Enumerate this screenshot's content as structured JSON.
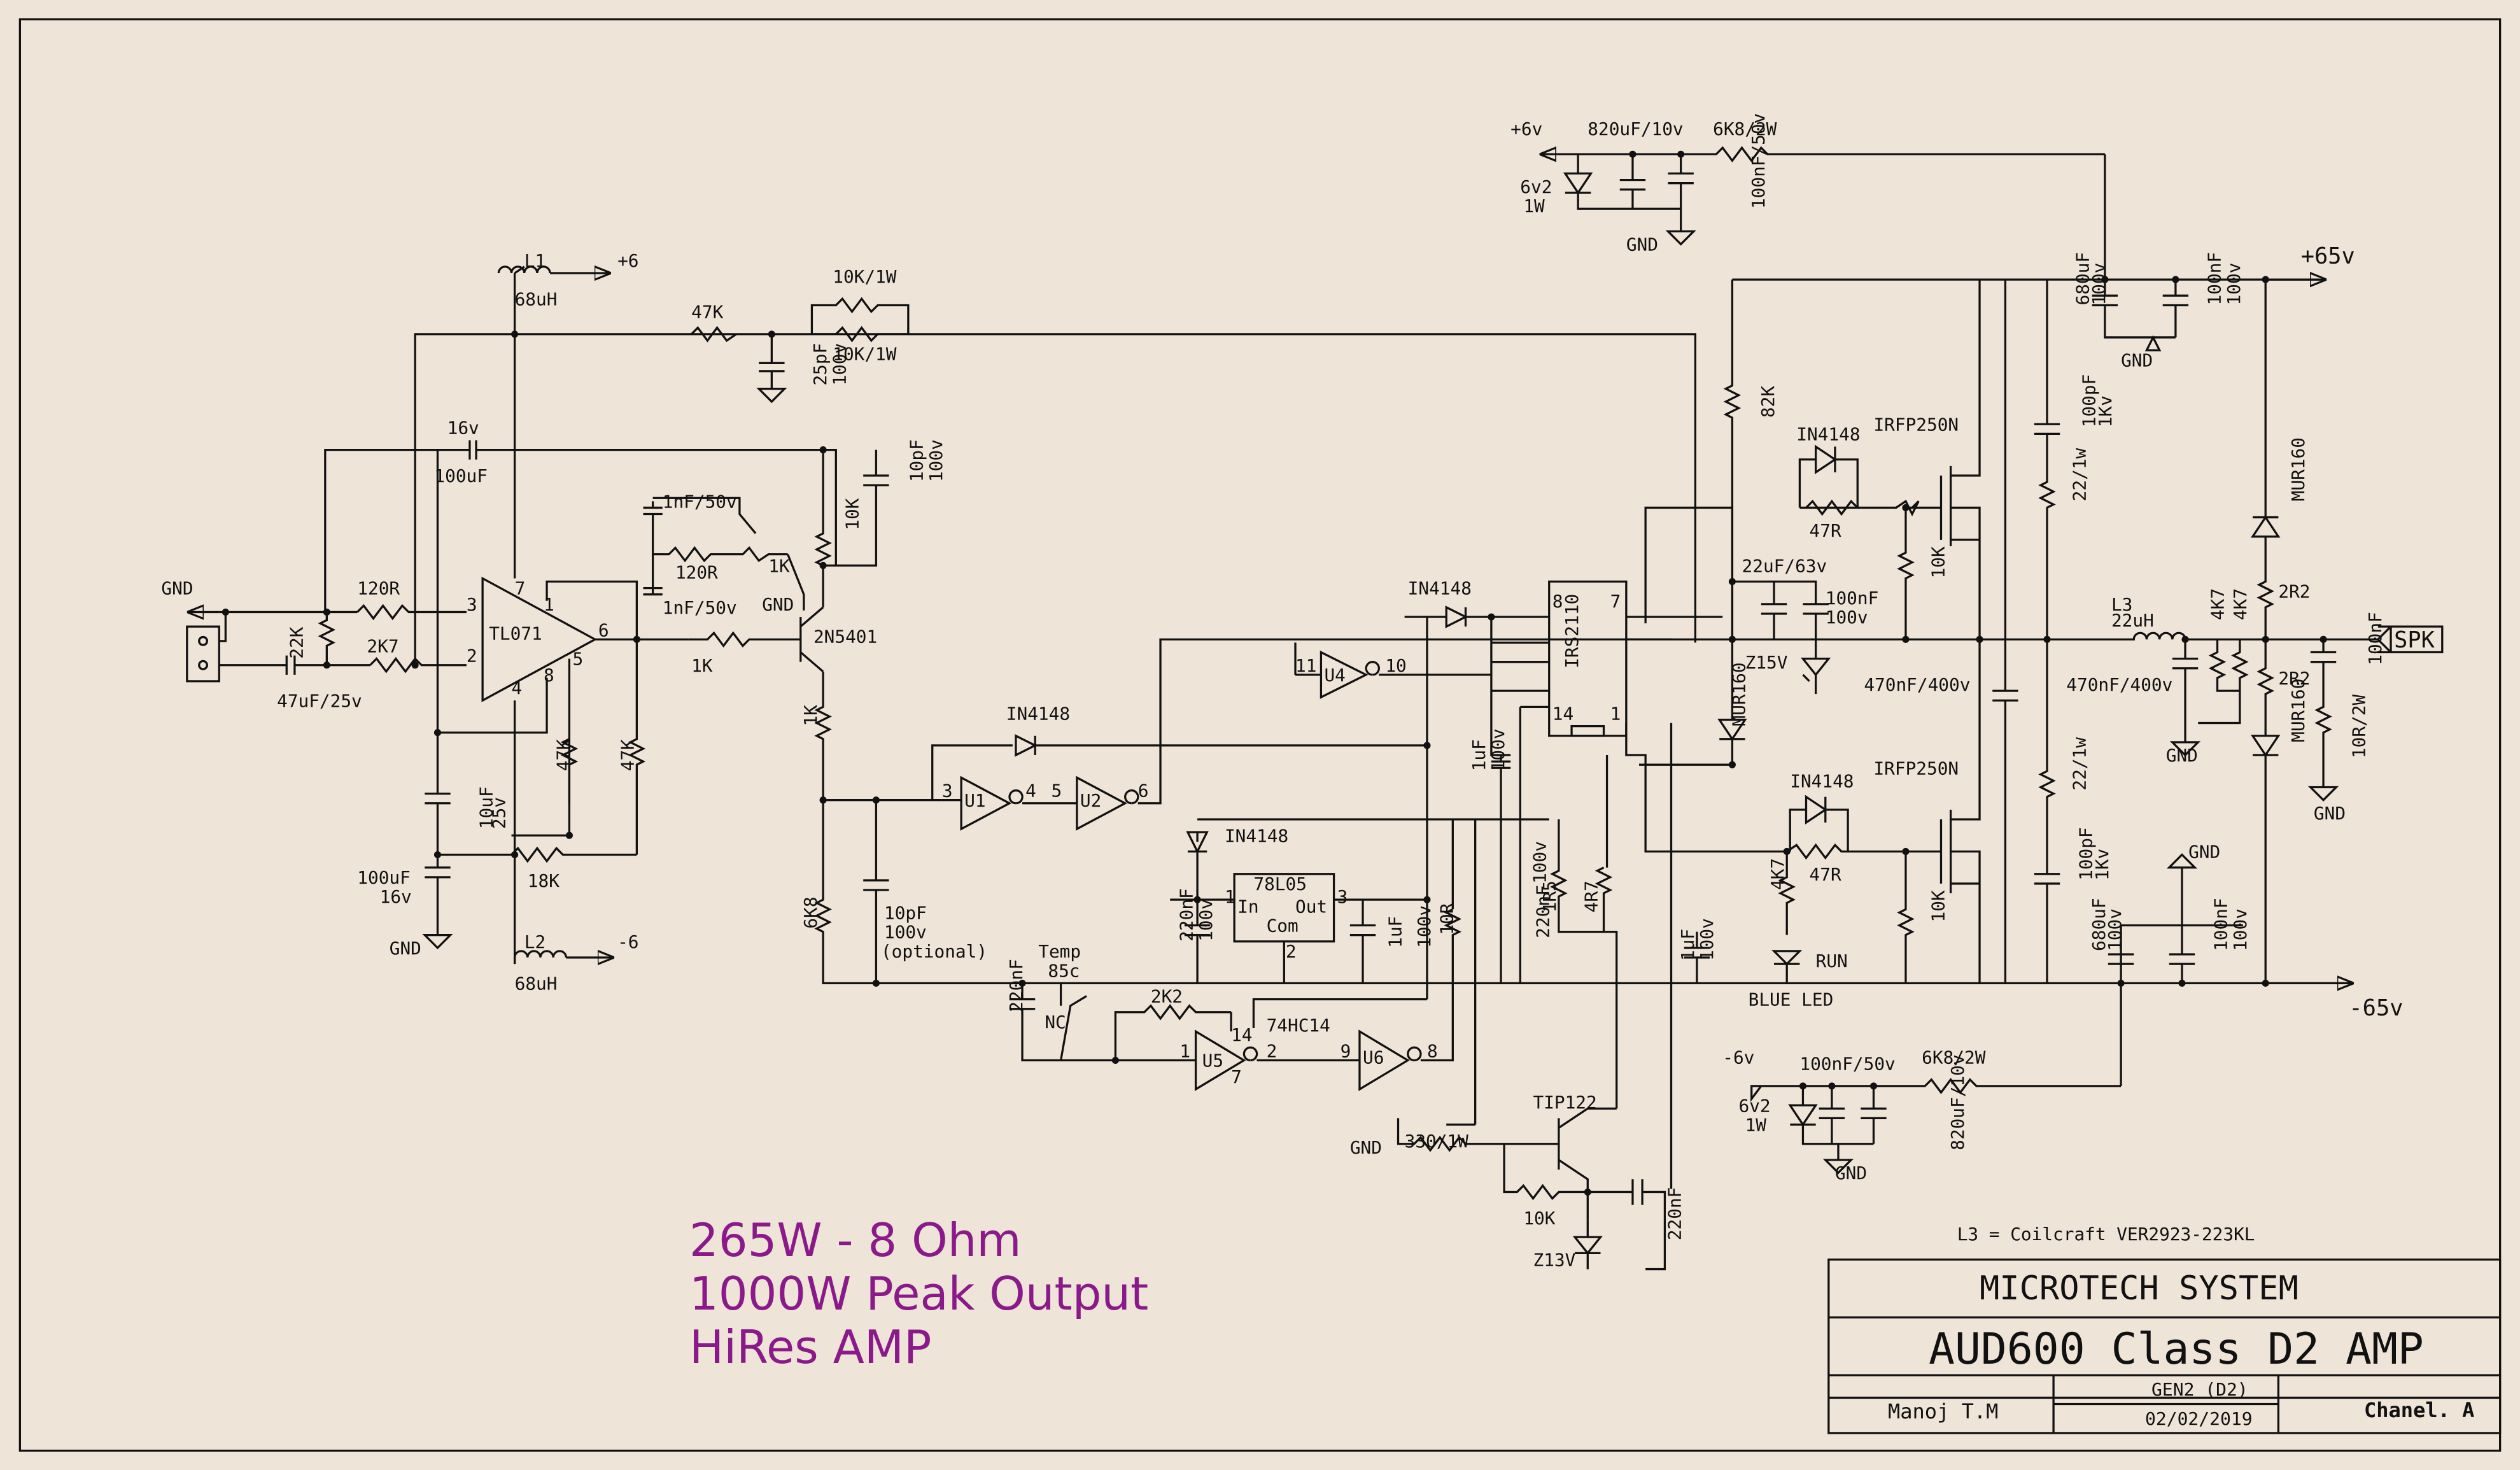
{
  "title_block": {
    "company": "MICROTECH SYSTEM",
    "title": "AUD600 Class D2 AMP",
    "author": "Manoj T.M",
    "revision": "GEN2 (D2)",
    "date": "02/02/2019",
    "channel": "Chanel. A"
  },
  "notes": {
    "inductor": "L3 = Coilcraft VER2923-223KL",
    "spec_lines": [
      "265W - 8 Ohm",
      "1000W Peak Output",
      "HiRes AMP"
    ]
  },
  "rails": {
    "pos": "+65v",
    "neg": "-65v",
    "pos6": "+6v",
    "neg6": "-6v",
    "p6": "+6",
    "n6": "-6",
    "gnd": "GND",
    "spk": "SPK"
  },
  "input_stage": {
    "opamp": "TL071",
    "r_in1": "120R",
    "r_in2": "2K7",
    "r_bias": "22K",
    "c_in": "47uF/25v",
    "l1": "L1",
    "l1v": "68uH",
    "l2": "L2",
    "l2v": "68uH",
    "c_16v": "16v",
    "c_100uf": "100uF",
    "c_10uf": "10uF",
    "c_10uf_v": "25v",
    "c_100uf_b": "100uF",
    "c_100uf_b_v": "16v",
    "r18k": "18K",
    "r47k_a": "47K",
    "r47k_b": "47K",
    "pins": [
      "7",
      "3",
      "2",
      "1",
      "6",
      "5",
      "4",
      "8"
    ],
    "r47k_fb": "47K",
    "r10k_1w_a": "10K/1W",
    "r10k_1w_b": "10K/1W",
    "c25pf": "25pF",
    "c25pf_v": "100v",
    "c1nf_a": "1nF/50v",
    "c1nf_b": "1nF/50v",
    "r120r": "120R",
    "pot1k": "1K",
    "gnd_small": "GND",
    "r1k_base": "1K",
    "q1": "2N5401",
    "r10k_q": "10K",
    "c10pf": "10pF",
    "c10pf_v": "100v",
    "r1k_em": "1K",
    "r6k8": "6K8",
    "c10pf_opt": "10pF",
    "c10pf_opt_v": "100v",
    "c10pf_opt_n": "(optional)"
  },
  "logic": {
    "d1": "IN4148",
    "d2": "IN4148",
    "d3": "IN4148",
    "u1": "U1",
    "u2": "U2",
    "u4": "U4",
    "u5": "U5",
    "u6": "U6",
    "u1p": [
      "3",
      "4"
    ],
    "u2p": [
      "5",
      "6"
    ],
    "u4p": [
      "11",
      "10"
    ],
    "u5p": [
      "1",
      "2",
      "14",
      "7"
    ],
    "u6p": [
      "9",
      "8"
    ],
    "ic_logic": "74HC14",
    "reg": "78L05",
    "reg_in": "In",
    "reg_out": "Out",
    "reg_com": "Com",
    "reg_p": [
      "1",
      "3",
      "2"
    ],
    "c220nf_a": "220nF",
    "c220nf_a_v": "100v",
    "c1uf": "1uF",
    "c1uf_v": "100v",
    "temp": "Temp",
    "temp_v": "85c",
    "nc": "NC",
    "c220nf": "220nF",
    "r2k2": "2K2"
  },
  "driver": {
    "ic": "IRS2110",
    "pins": [
      "8",
      "7",
      "14",
      "1"
    ],
    "c1uf_a": "1uF",
    "c1uf_a_v": "100v",
    "r10r": "10R",
    "c220nf": "220nF",
    "c220nf_v": "100v",
    "r1r5": "1R5",
    "r4r7": "4R7",
    "c1uf_b": "1uF",
    "c1uf_b_v": "100v",
    "q_tip": "TIP122",
    "r330": "330/1W",
    "r10k": "10K",
    "z13": "Z13V",
    "c220nf_b": "220nF",
    "gnd": "GND",
    "r82k": "82K",
    "c22uf": "22uF/63v",
    "c100nf": "100nF",
    "c100nf_v": "100v",
    "z15": "Z15V",
    "mur_lo": "MUR160",
    "d_in4148": "IN4148"
  },
  "power_stage": {
    "q_hi": "IRFP250N",
    "q_lo": "IRFP250N",
    "d_hi": "IN4148",
    "d_lo": "IN4148",
    "r47_hi": "47R",
    "r47_lo": "47R",
    "r10k_hi": "10K",
    "r10k_lo": "10K",
    "r4k7": "4K7",
    "run": "RUN",
    "blue_led": "BLUE LED",
    "c470_a": "470nF/400v",
    "c470_b": "470nF/400v",
    "c100pf_a": "100pF",
    "c100pf_a_v": "1Kv",
    "c100pf_b": "100pF",
    "c100pf_b_v": "1Kv",
    "r22_a": "22/1w",
    "r22_b": "22/1w",
    "c680_a": "680uF",
    "c680_a_v": "100v",
    "c100nf_a": "100nF",
    "c100nf_a_v": "100v",
    "c680_b": "680uF",
    "c680_b_v": "100v",
    "c100nf_b": "100nF",
    "c100nf_b_v": "100v",
    "l3": "L3",
    "l3v": "22uH",
    "r4k7_a": "4K7",
    "r4k7_b": "4K7",
    "mur_a": "MUR160",
    "mur_b": "MUR160",
    "r2r2_a": "2R2",
    "r2r2_b": "2R2",
    "c100nf_out": "100nF",
    "r10r_2w": "10R/2W",
    "gnd_a": "GND",
    "gnd_b": "GND",
    "gnd_c": "GND"
  },
  "supply_pos": {
    "c": "820uF/10v",
    "r": "6K8/2W",
    "z": "6v2",
    "zw": "1W",
    "c2": "100nF/50v",
    "gnd": "GND"
  },
  "supply_neg": {
    "c": "100nF/50v",
    "r": "6K8/2W",
    "z": "6v2",
    "zw": "1W",
    "c2": "820uF/10v",
    "gnd": "GND"
  }
}
